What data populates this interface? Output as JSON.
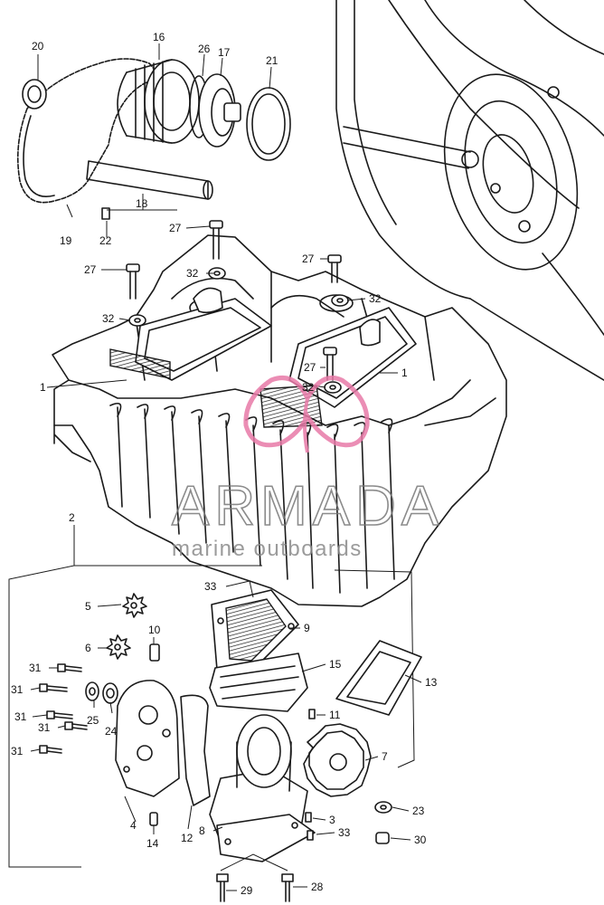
{
  "watermark": {
    "title": "ARMADA",
    "subtitle": "marine outboards"
  },
  "colors": {
    "line": "#1a1a1a",
    "watermark_text": "#777777",
    "watermark_logo": "#e87aa8",
    "background": "#ffffff"
  },
  "callouts": {
    "c20": "20",
    "c16": "16",
    "c26": "26",
    "c17": "17",
    "c21": "21",
    "c18": "18",
    "c19": "19",
    "c22": "22",
    "c27a": "27",
    "c27b": "27",
    "c27c": "27",
    "c27d": "27",
    "c32a": "32",
    "c32b": "32",
    "c32c": "32",
    "c32d": "32",
    "c1a": "1",
    "c1b": "1",
    "c2": "2",
    "c33a": "33",
    "c33b": "33",
    "c5": "5",
    "c6": "6",
    "c10": "10",
    "c9": "9",
    "c15": "15",
    "c13": "13",
    "c31a": "31",
    "c31b": "31",
    "c31c": "31",
    "c31d": "31",
    "c31e": "31",
    "c25": "25",
    "c24": "24",
    "c11": "11",
    "c7": "7",
    "c23": "23",
    "c3": "3",
    "c30": "30",
    "c8": "8",
    "c4": "4",
    "c14": "14",
    "c12": "12",
    "c29": "29",
    "c28": "28"
  }
}
